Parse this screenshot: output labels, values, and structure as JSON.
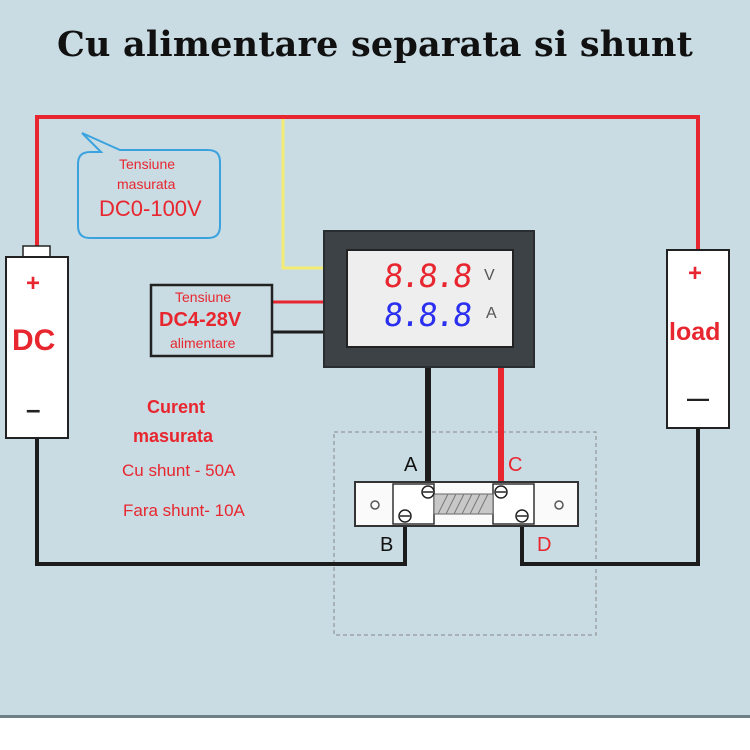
{
  "title": "Cu alimentare separata si shunt",
  "bubble": {
    "line1": "Tensiune",
    "line2": "masurata",
    "line3": "DC0-100V"
  },
  "supply_box": {
    "line1": "Tensiune",
    "line2": "DC4-28V",
    "line3": "alimentare"
  },
  "battery": {
    "plus": "+",
    "label": "DC",
    "minus": "–"
  },
  "load": {
    "plus": "+",
    "label": "load",
    "minus": "—"
  },
  "meter": {
    "voltage_digits": "8.8.8",
    "voltage_unit": "V",
    "current_digits": "8.8.8",
    "current_unit": "A"
  },
  "current_info": {
    "heading1": "Curent",
    "heading2": "masurata",
    "shunt": "Cu shunt - 50A",
    "no_shunt": "Fara shunt- 10A"
  },
  "terminals": {
    "a": "A",
    "b": "B",
    "c": "C",
    "d": "D"
  },
  "colors": {
    "background": "#c9dce3",
    "red_wire": "#e8262f",
    "black_wire": "#1c1c1c",
    "yellow_wire": "#f2ec74",
    "voltage_digits": "#e8262f",
    "current_digits": "#2b2ff0",
    "bubble_border": "#3aa3df"
  }
}
